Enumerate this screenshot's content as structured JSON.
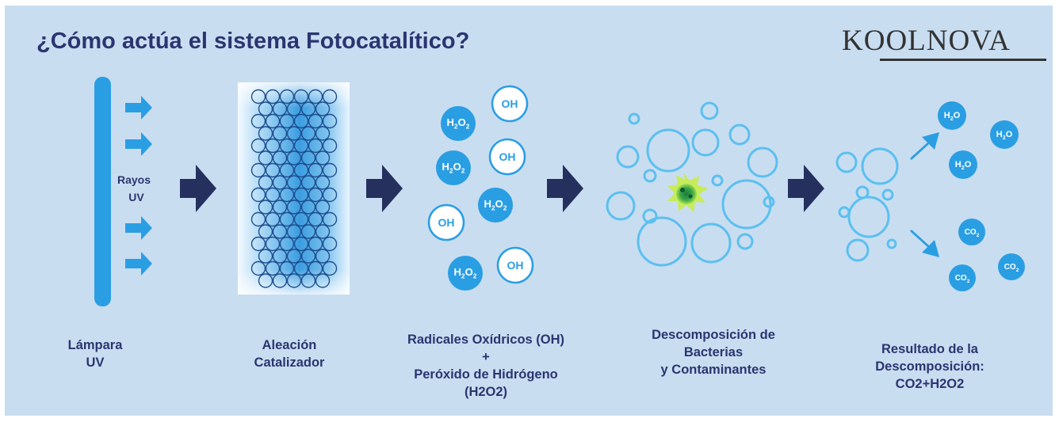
{
  "title": "¿Cómo actúa el sistema Fotocatalítico?",
  "brand": "KOOLNOVA",
  "colors": {
    "background": "#c9ddf1",
    "title": "#2a3570",
    "arrow": "#25305e",
    "blue": "#2a9ee3",
    "bubble": "#5bc0ef"
  },
  "rays_label": [
    "Rayos",
    "UV"
  ],
  "molecules": {
    "oh": "OH",
    "h2o2": [
      "H",
      "2",
      "O",
      "2"
    ],
    "h2o": [
      "H",
      "2",
      "O"
    ],
    "co2": [
      "CO",
      "2"
    ]
  },
  "steps": [
    {
      "caption": [
        "Lámpara",
        "UV"
      ]
    },
    {
      "caption": [
        "Aleación",
        "Catalizador"
      ]
    },
    {
      "caption": [
        "Radicales Oxídricos (OH)",
        "+",
        "Peróxido de Hidrógeno",
        "(H2O2)"
      ]
    },
    {
      "caption": [
        "Descomposición de",
        "Bacterias",
        "y Contaminantes"
      ]
    },
    {
      "caption": [
        "Resultado de la",
        "Descomposición:",
        "CO2+H2O2"
      ]
    }
  ]
}
